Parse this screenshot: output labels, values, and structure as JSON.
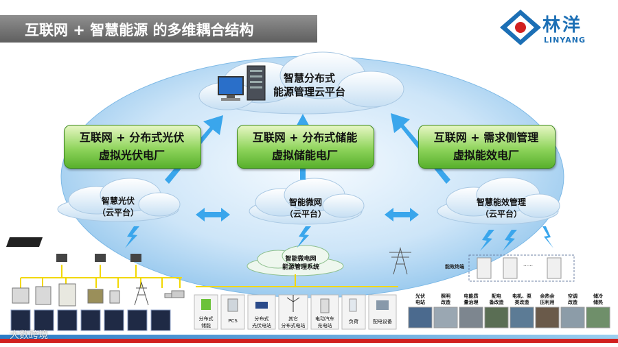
{
  "title": "互联网 + 智慧能源 的多维耦合结构",
  "brand": {
    "cn": "林洋",
    "en": "LINYANG"
  },
  "cloud_platform": {
    "line1": "智慧分布式",
    "line2": "能源管理云平台"
  },
  "boxes": [
    {
      "line1": "互联网 + 分布式光伏",
      "line2": "虚拟光伏电厂"
    },
    {
      "line1": "互联网 + 分布式储能",
      "line2": "虚拟储能电厂"
    },
    {
      "line1": "互联网 + 需求侧管理",
      "line2": "虚拟能效电厂"
    }
  ],
  "sub_clouds": [
    {
      "line1": "智慧光伏",
      "line2": "（云平台）"
    },
    {
      "line1": "智能微网",
      "line2": "（云平台）"
    },
    {
      "line1": "智慧能效管理",
      "line2": "（云平台）"
    }
  ],
  "microgrid_system": {
    "line1": "智能微电网",
    "line2": "能源管理系统"
  },
  "energy_terminal": "能效终端",
  "terminal_dots": "……",
  "microgrid_devices": [
    {
      "line1": "分布式",
      "line2": "储能"
    },
    {
      "line1": "PCS",
      "line2": ""
    },
    {
      "line1": "分布式",
      "line2": "光伏电站"
    },
    {
      "line1": "其它",
      "line2": "分布式电站"
    },
    {
      "line1": "电动汽车",
      "line2": "充电站"
    },
    {
      "line1": "负荷",
      "line2": ""
    },
    {
      "line1": "配电设备",
      "line2": ""
    }
  ],
  "efficiency_items": [
    {
      "line1": "光伏",
      "line2": "电站"
    },
    {
      "line1": "照明",
      "line2": "改造"
    },
    {
      "line1": "电能质",
      "line2": "量治理"
    },
    {
      "line1": "配电",
      "line2": "备改造"
    },
    {
      "line1": "电机、泵",
      "line2": "类改造"
    },
    {
      "line1": "余热余",
      "line2": "压利用"
    },
    {
      "line1": "空调",
      "line2": "改造"
    },
    {
      "line1": "储冷",
      "line2": "储热"
    }
  ],
  "watermark": "大数跨境",
  "colors": {
    "accent_blue": "#1c6fb5",
    "arrow_blue": "#3aa6ec",
    "green": "#6cc23a",
    "yellow_line": "#f2d800"
  }
}
